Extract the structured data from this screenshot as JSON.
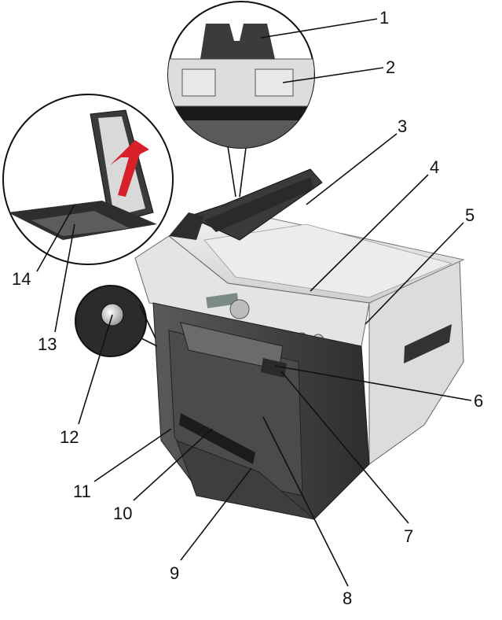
{
  "diagram": {
    "callouts": [
      {
        "id": "1",
        "label": "1"
      },
      {
        "id": "2",
        "label": "2"
      },
      {
        "id": "3",
        "label": "3"
      },
      {
        "id": "4",
        "label": "4"
      },
      {
        "id": "5",
        "label": "5"
      },
      {
        "id": "6",
        "label": "6"
      },
      {
        "id": "7",
        "label": "7"
      },
      {
        "id": "8",
        "label": "8"
      },
      {
        "id": "9",
        "label": "9"
      },
      {
        "id": "10",
        "label": "10"
      },
      {
        "id": "11",
        "label": "11"
      },
      {
        "id": "12",
        "label": "12"
      },
      {
        "id": "13",
        "label": "13"
      },
      {
        "id": "14",
        "label": "14"
      }
    ],
    "colors": {
      "body_light": "#e6e6e6",
      "body_dark": "#3a3a3a",
      "lid_arrow": "#d8202a",
      "line": "#111111"
    }
  }
}
